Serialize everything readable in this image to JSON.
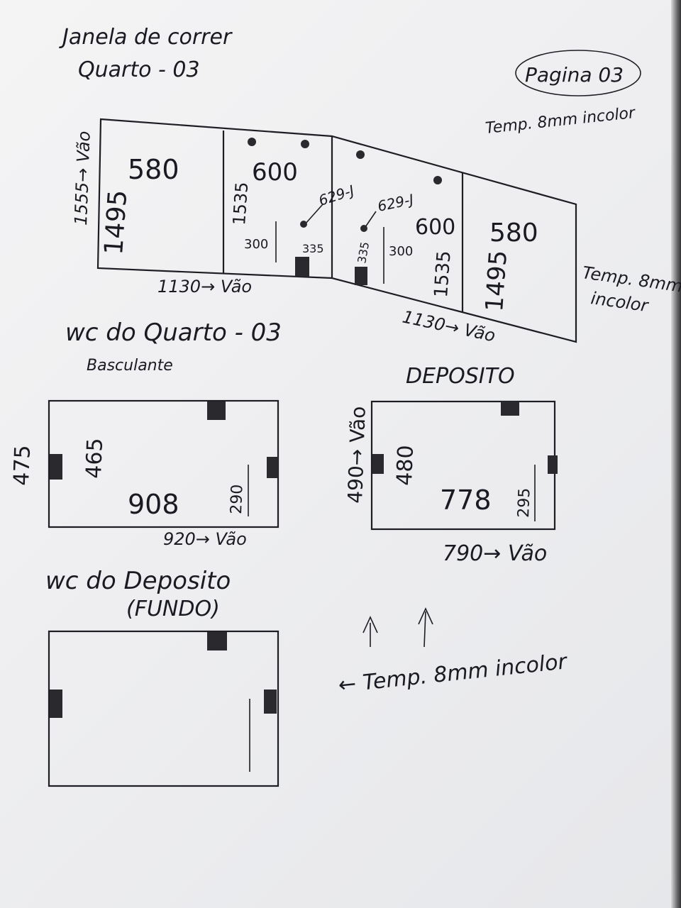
{
  "header": {
    "title_line1": "Janela de correr",
    "title_line2": "Quarto - 03",
    "page_label": "Pagina 03",
    "glass_spec_top": "Temp. 8mm incolor",
    "glass_spec_right_1": "Temp. 8mm",
    "glass_spec_right_2": "incolor"
  },
  "janela": {
    "vao_height_label": "1555→ Vão",
    "panel_a_width": "580",
    "panel_a_height": "1495",
    "panel_b_width": "600",
    "panel_b_height": "1535",
    "panel_b_handle_dim": "300",
    "panel_b_spacing": "335",
    "panel_b_hole_label": "629-J",
    "panel_c_hole_label": "629-J",
    "panel_c_spacing": "335",
    "panel_c_handle_dim": "300",
    "panel_c_width": "600",
    "panel_c_height": "1535",
    "panel_d_width": "580",
    "panel_d_height": "1495",
    "vao_left_width": "1130→ Vão",
    "vao_right_width": "1130→ Vão"
  },
  "wc_quarto": {
    "title": "wc do Quarto - 03",
    "subtitle": "Basculante",
    "outer_height": "475",
    "inner_height": "465",
    "width": "908",
    "handle_dim": "290",
    "vao_width": "920→ Vão"
  },
  "deposito": {
    "title": "DEPOSITO",
    "vao_height": "490→ Vão",
    "height": "480",
    "width": "778",
    "handle_dim": "295",
    "vao_width": "790→ Vão"
  },
  "wc_deposito": {
    "title": "wc do Deposito",
    "subtitle": "(FUNDO)"
  },
  "note": {
    "glass_spec": "← Temp. 8mm incolor"
  }
}
